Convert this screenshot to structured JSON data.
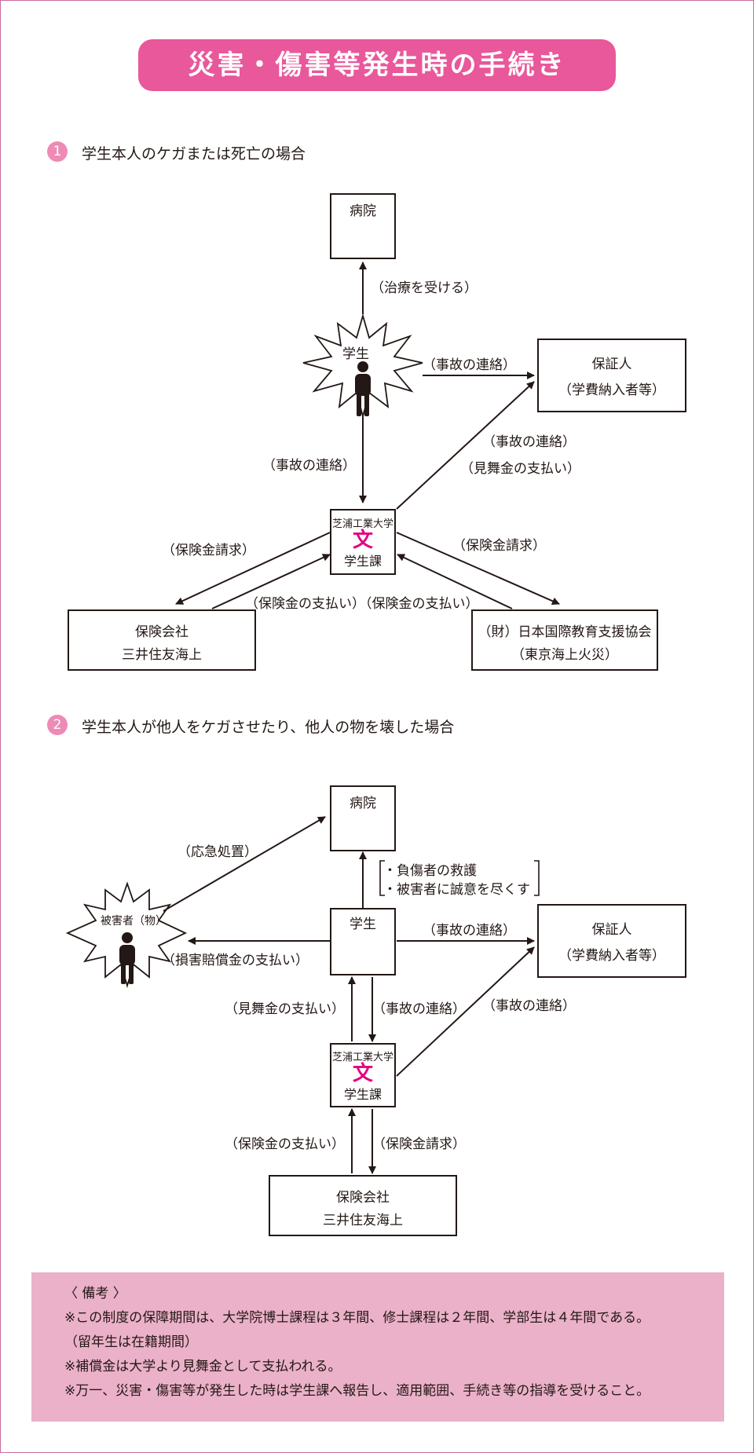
{
  "title": "災害・傷害等発生時の手続き",
  "section1": {
    "number": "1",
    "heading": "学生本人のケガまたは死亡の場合",
    "hospital": "病院",
    "student": "学生",
    "guarantor_name": "保証人",
    "guarantor_sub": "（学費納入者等）",
    "univ_name": "芝浦工業大学",
    "univ_mark": "文",
    "univ_dept": "学生課",
    "insurer_name": "保険会社",
    "insurer_sub": "三井住友海上",
    "assoc_name": "（財）日本国際教育支援協会",
    "assoc_sub": "（東京海上火災）",
    "label_treatment": "（治療を受ける）",
    "label_contact_guarantor": "（事故の連絡）",
    "label_contact_univ": "（事故の連絡）",
    "label_univ_to_guarantor_1": "（事故の連絡）",
    "label_univ_to_guarantor_2": "（見舞金の支払い）",
    "label_claim_left": "（保険金請求）",
    "label_claim_right": "（保険金請求）",
    "label_payment": "（保険金の支払い）（保険金の支払い）"
  },
  "section2": {
    "number": "2",
    "heading": "学生本人が他人をケガさせたり、他人の物を壊した場合",
    "hospital": "病院",
    "victim": "被害者（物）",
    "student": "学生",
    "guarantor_name": "保証人",
    "guarantor_sub": "（学費納入者等）",
    "univ_name": "芝浦工業大学",
    "univ_mark": "文",
    "univ_dept": "学生課",
    "insurer_name": "保険会社",
    "insurer_sub": "三井住友海上",
    "label_first_aid": "（応急処置）",
    "label_duty_1": "・負傷者の救護",
    "label_duty_2": "・被害者に誠意を尽くす",
    "label_damages": "（損害賠償金の支払い）",
    "label_contact_guarantor": "（事故の連絡）",
    "label_sympathy": "（見舞金の支払い）",
    "label_contact_univ": "（事故の連絡）",
    "label_univ_to_guarantor": "（事故の連絡）",
    "label_insurance_pay": "（保険金の支払い）",
    "label_insurance_claim": "（保険金請求）"
  },
  "notes": {
    "heading": "〈 備考 〉",
    "line1": "※この制度の保障期間は、大学院博士課程は３年間、修士課程は２年間、学部生は４年間である。",
    "line2": "（留年生は在籍期間）",
    "line3": "※補償金は大学より見舞金として支払われる。",
    "line4": "※万一、災害・傷害等が発生した時は学生課へ報告し、適用範囲、手続き等の指導を受けること。"
  },
  "colors": {
    "accent": "#e8589a",
    "cross": "#e4007f",
    "note_bg": "#ebb1c9"
  }
}
